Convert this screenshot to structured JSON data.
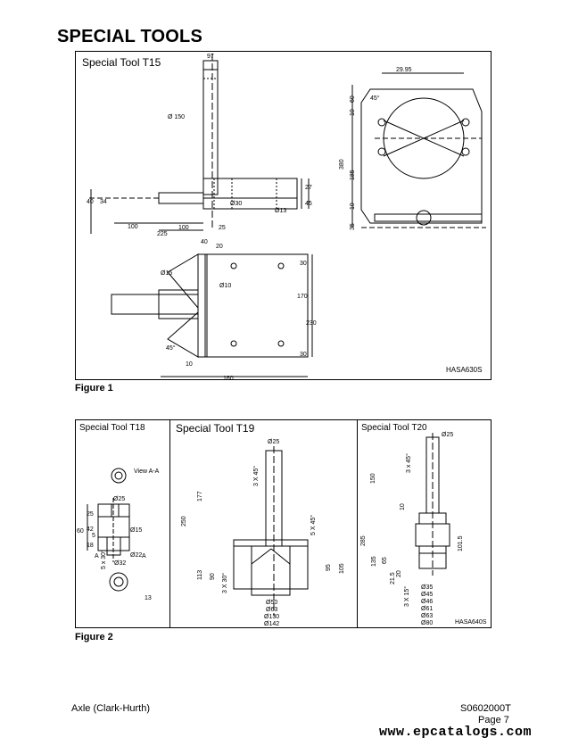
{
  "page": {
    "title": "SPECIAL TOOLS",
    "footer": {
      "manual": "Axle (Clark-Hurth)",
      "code": "S0602000T",
      "page": "Page 7"
    },
    "watermark": "www.epcatalogs.com"
  },
  "figure1": {
    "caption": "Figure 1",
    "tool_label": "Special Tool T15",
    "ref": "HASA630S",
    "dimensions": {
      "top_width": "97",
      "dia150": "Ø 150",
      "dim40": "40",
      "dim34": "34",
      "dia30": "Ø30",
      "dia13": "Ø13",
      "dim27": "27",
      "dim45": "45",
      "dim100a": "100",
      "dim100b": "100",
      "dim225": "225",
      "dim25": "25",
      "side_2995": "29.95",
      "side_45deg": "45°",
      "side_10": "10",
      "side_60": "60",
      "side_380": "380",
      "side_185": "185",
      "side_10b": "10",
      "side_35": "35",
      "b_40": "40",
      "b_20": "20",
      "b_dia15": "Ø15",
      "b_dia10": "Ø10",
      "b_30a": "30",
      "b_170": "170",
      "b_230": "230",
      "b_45deg": "45°",
      "b_30b": "30",
      "b_10": "10",
      "b_160": "160"
    }
  },
  "figure2": {
    "caption": "Figure 2",
    "ref": "HASA640S",
    "t18": {
      "label": "Special Tool T18",
      "view": "View A-A",
      "dims": {
        "d25": "Ø25",
        "v25": "25",
        "v42": "42",
        "v60": "60",
        "v5": "5",
        "v18": "18",
        "d15": "Ø15",
        "d22": "Ø22",
        "d32": "Ø32",
        "v5x30": "5 x 30°",
        "a1": "A",
        "a2": "A",
        "v13": "13"
      }
    },
    "t19": {
      "label": "Special Tool T19",
      "dims": {
        "d25": "Ø25",
        "c3x45": "3 X 45°",
        "v177": "177",
        "v250": "250",
        "c5x45": "5 X 45°",
        "v113": "113",
        "v90": "90",
        "c3x30": "3 X 30°",
        "v95": "95",
        "v105": "105",
        "d50": "Ø50",
        "d63": "Ø63",
        "d130": "Ø130",
        "d142": "Ø142"
      }
    },
    "t20": {
      "label": "Special Tool T20",
      "dims": {
        "d25": "Ø25",
        "c3x45": "3 x 45°",
        "v150": "150",
        "v10": "10",
        "v285": "285",
        "v135": "135",
        "v65": "65",
        "v215": "21.5",
        "v20": "20",
        "v1015": "101.5",
        "c3x15": "3 X 15°",
        "d35": "Ø35",
        "d45": "Ø45",
        "d46": "Ø46",
        "d61": "Ø61",
        "d63": "Ø63",
        "d80": "Ø80"
      }
    }
  }
}
